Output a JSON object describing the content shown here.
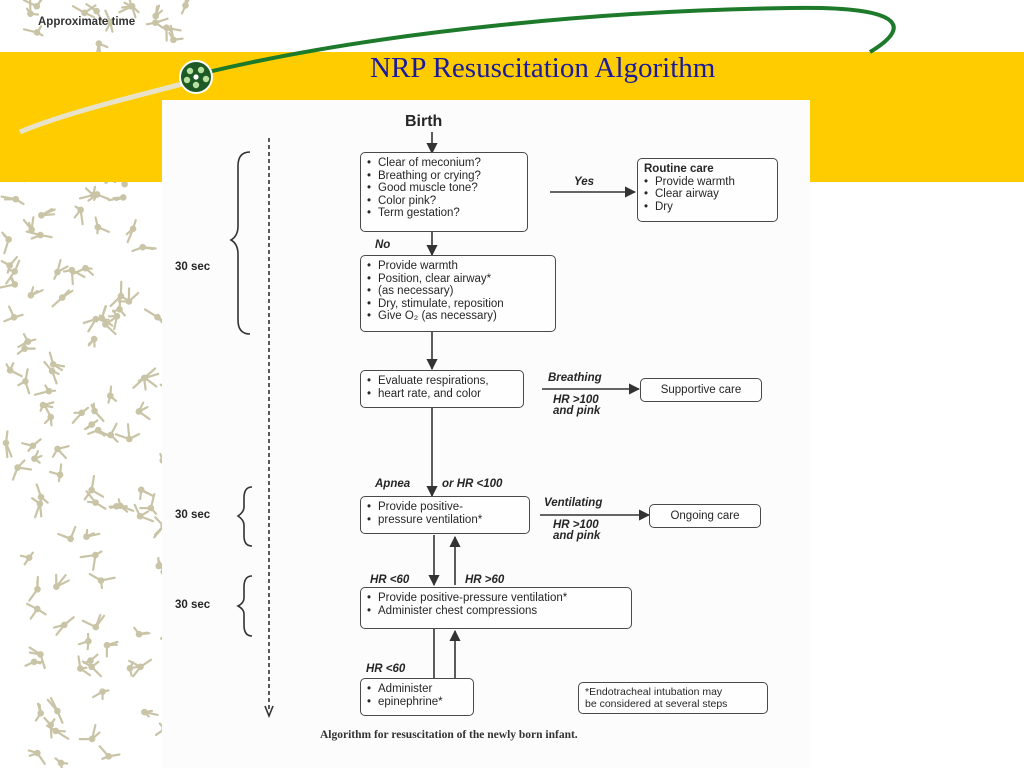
{
  "slide": {
    "title": "NRP Resuscitation Algorithm",
    "colors": {
      "band": "#FFCC00",
      "title": "#1a1a9c",
      "swoosh": "#1d7a2a"
    }
  },
  "diagram": {
    "header_time": "Approximate time",
    "header_birth": "Birth",
    "time_labels": [
      "30 sec",
      "30 sec",
      "30 sec"
    ],
    "boxes": {
      "initial": [
        "Clear of meconium?",
        "Breathing or crying?",
        "Good muscle tone?",
        "Color pink?",
        "Term gestation?"
      ],
      "routine": {
        "title": "Routine care",
        "items": [
          "Provide warmth",
          "Clear airway",
          "Dry"
        ]
      },
      "steps": [
        "Provide warmth",
        "Position, clear airway*",
        "(as necessary)",
        "Dry, stimulate, reposition",
        "Give O₂ (as necessary)"
      ],
      "evaluate": [
        "Evaluate respirations,",
        "heart rate, and color"
      ],
      "supportive": "Supportive care",
      "ppv": [
        "Provide positive-",
        "pressure ventilation*"
      ],
      "ongoing": "Ongoing care",
      "compressions": [
        "Provide positive-pressure ventilation*",
        "Administer chest compressions"
      ],
      "epi": [
        "Administer",
        "epinephrine*"
      ],
      "note": [
        "*Endotracheal intubation may",
        "be considered at several steps"
      ]
    },
    "labels": {
      "yes": "Yes",
      "no": "No",
      "breathing": "Breathing",
      "hr100_pink_1": [
        "HR >100",
        "and pink"
      ],
      "apnea": "Apnea",
      "or_hr": "or HR <100",
      "ventilating": "Ventilating",
      "hr100_pink_2": [
        "HR >100",
        "and pink"
      ],
      "hr60_lt_1": "HR <60",
      "hr60_gt": "HR >60",
      "hr60_lt_2": "HR <60"
    },
    "caption": "Algorithm for resuscitation of the newly born infant."
  }
}
